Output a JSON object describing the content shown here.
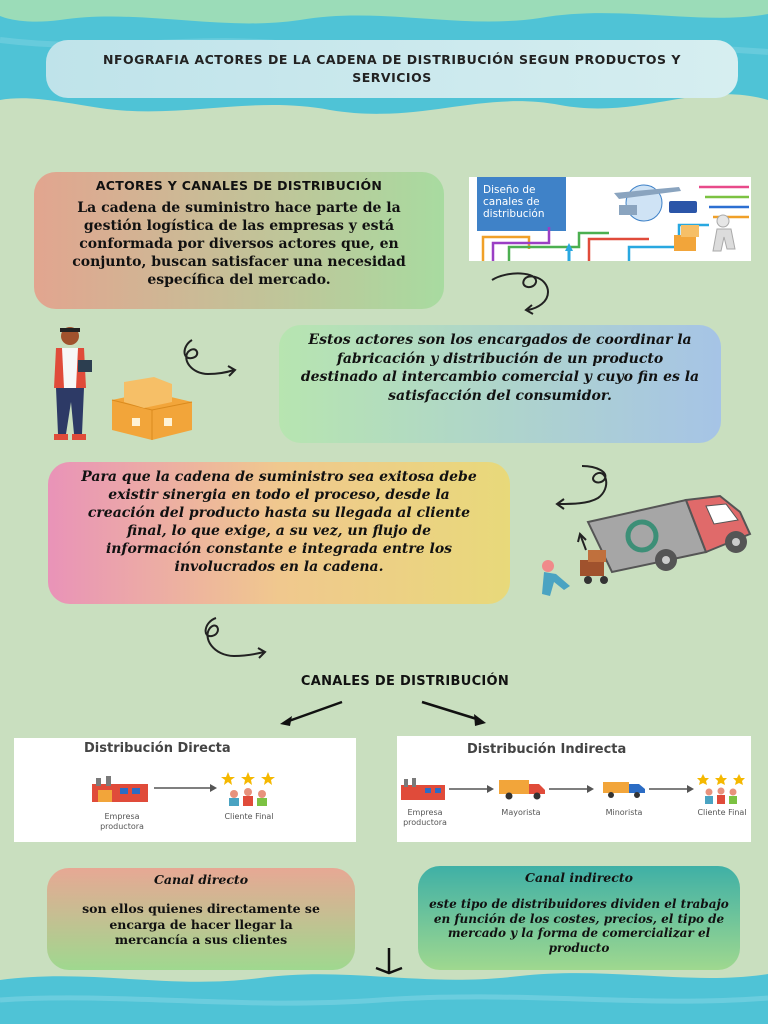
{
  "title": "NFOGRAFIA ACTORES DE LA CADENA DE DISTRIBUCIÓN SEGUN PRODUCTOS Y SERVICIOS",
  "section1": {
    "heading": "ACTORES Y CANALES DE DISTRIBUCIÓN",
    "body": "La cadena de suministro hace parte de la gestión logística de las empresas y está conformada por diversos actores que, en conjunto, buscan satisfacer una necesidad específica del mercado."
  },
  "image_card": {
    "label": "Diseño de canales de distribución"
  },
  "section2": {
    "body": "Estos actores son los encargados de coordinar la fabricación y distribución de un producto destinado al intercambio comercial y cuyo fin es la satisfacción del consumidor."
  },
  "section3": {
    "body": "Para que la cadena de suministro sea exitosa debe existir sinergia en todo el proceso, desde la creación del producto hasta su llegada al cliente final, lo que exige, a su vez, un flujo de información constante e integrada entre los involucrados en la cadena."
  },
  "channels_heading": "CANALES DE DISTRIBUCIÓN",
  "direct_diagram": {
    "title": "Distribución Directa",
    "producer": "Empresa productora",
    "client": "Cliente Final"
  },
  "indirect_diagram": {
    "title": "Distribución Indirecta",
    "producer": "Empresa productora",
    "wholesaler": "Mayorista",
    "retailer": "Minorista",
    "client": "Cliente Final"
  },
  "direct_card": {
    "title": "Canal directo",
    "body": "son ellos quienes directamente se encarga de hacer llegar la mercancía a sus clientes"
  },
  "indirect_card": {
    "title": "Canal indirecto",
    "body": "este tipo de distribuidores dividen el trabajo en función de los costes, precios, el tipo de mercado y la forma de comercializar el producto"
  },
  "colors": {
    "background": "#c9dfbf",
    "water": "#4fc3d6",
    "accent_orange": "#f2a53a",
    "accent_red": "#e04b3a"
  }
}
